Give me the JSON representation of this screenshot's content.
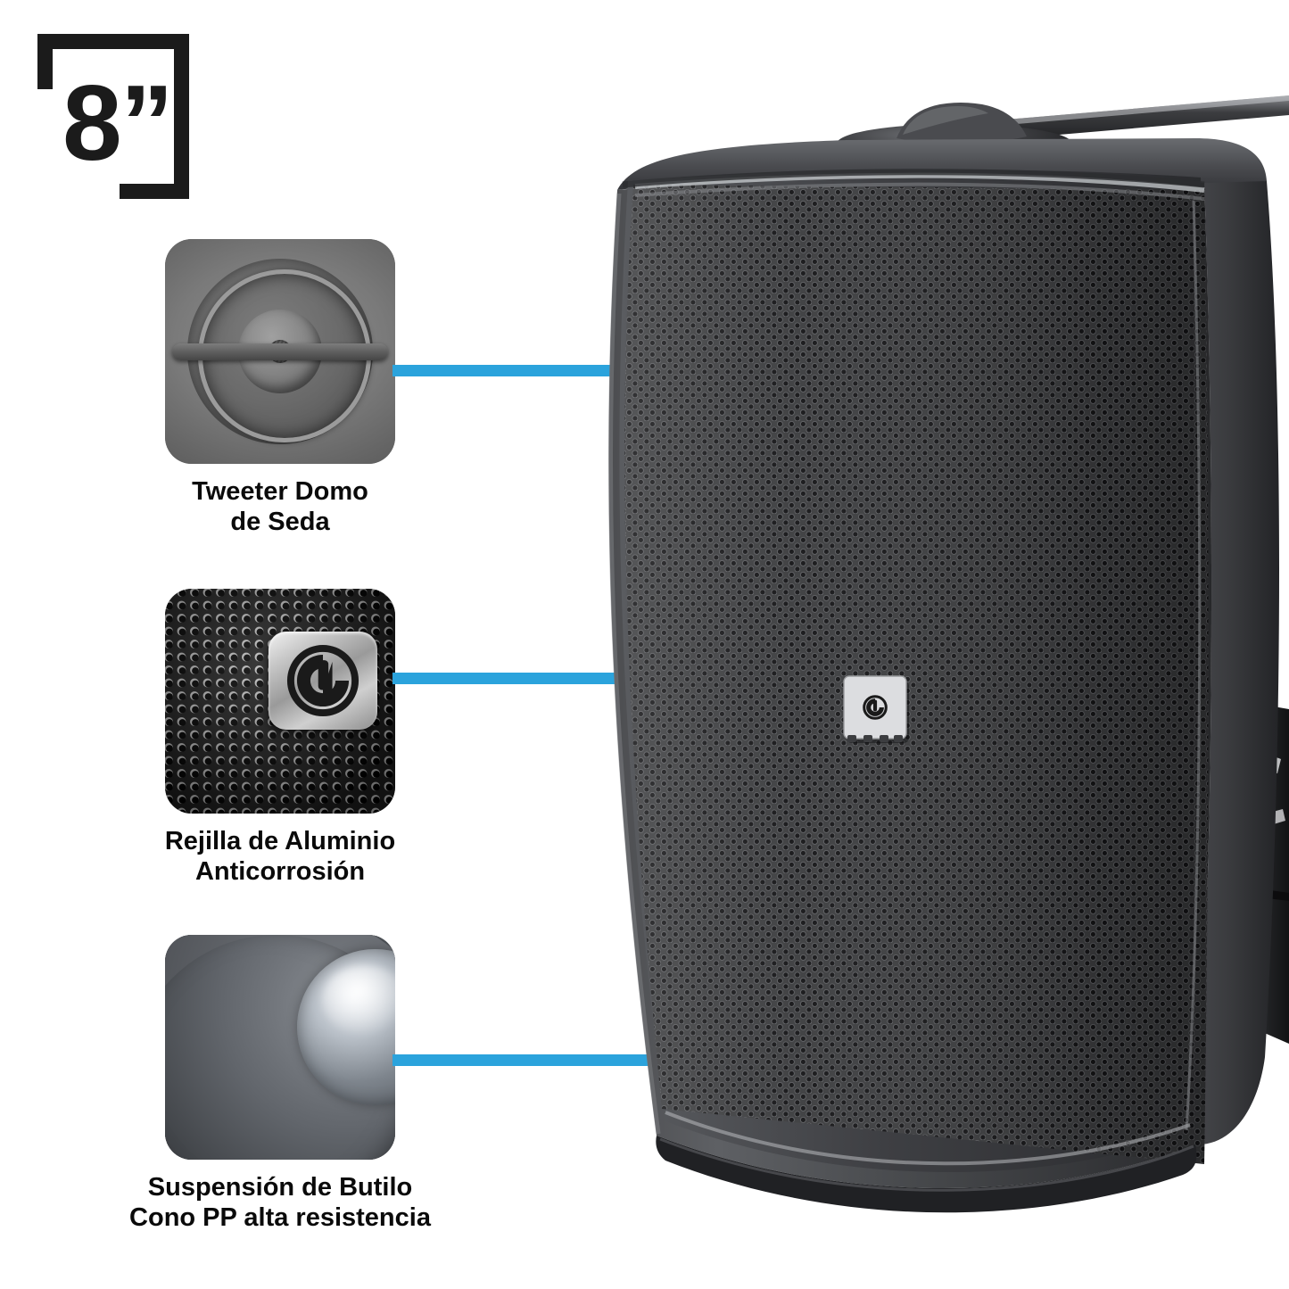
{
  "badge": {
    "name": "size-badge",
    "size_label": "8”"
  },
  "callouts": [
    {
      "id": "tweeter",
      "thumb_name": "tweeter-dome-thumbnail",
      "caption": "Tweeter Domo\nde Seda",
      "line_type": "straight"
    },
    {
      "id": "grille",
      "thumb_name": "aluminium-grille-thumbnail",
      "caption": "Rejilla de Aluminio\nAnticorrosión",
      "line_type": "straight"
    },
    {
      "id": "surround",
      "thumb_name": "butyl-surround-thumbnail",
      "caption": "Suspensión de Butilo\nCono PP alta resistencia",
      "line_type": "elbow"
    }
  ],
  "product": {
    "name": "wall-mount-outdoor-speaker",
    "badge_logo": "spiral-g-logo-icon",
    "parts": {
      "cabinet": "speaker-cabinet",
      "grille": "perforated-front-grille",
      "bracket_knob": "mount-adjust-knob",
      "bracket_arm": "mount-arm",
      "wall_plate": "wall-mount-plate"
    }
  },
  "colors": {
    "accent_blue": "#2ba3dc",
    "text_black": "#0a0a0a",
    "cabinet_black": "#2a2a2c",
    "background": "#ffffff"
  }
}
